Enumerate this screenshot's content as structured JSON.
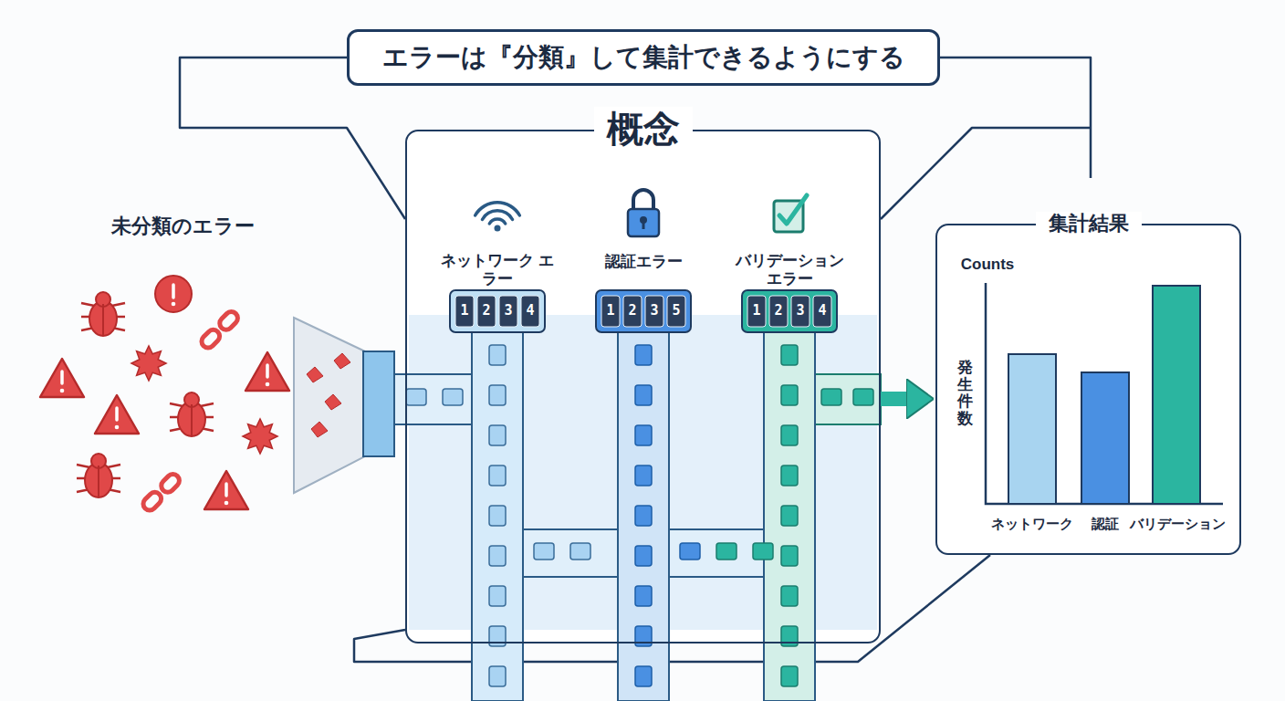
{
  "diagram": {
    "title": "エラーは『分類』して集計できるようにする",
    "nodes": [
      {
        "text": [
          "概念"
        ]
      },
      {
        "text": [
          "集計結果"
        ]
      }
    ],
    "edges": [
      {
        "from": 0,
        "to": 1,
        "arrow": "to"
      }
    ],
    "labels": [
      "未分類のエラー",
      "ネットワーク エラー",
      "認証エラー",
      "バリデーション エラー",
      "1",
      "2",
      "3",
      "4",
      "1",
      "2",
      "3",
      "5",
      "1",
      "2",
      "3",
      "4",
      "Counts",
      "発生件数",
      "ネットワーク",
      "認証",
      "バリデーション"
    ]
  }
}
